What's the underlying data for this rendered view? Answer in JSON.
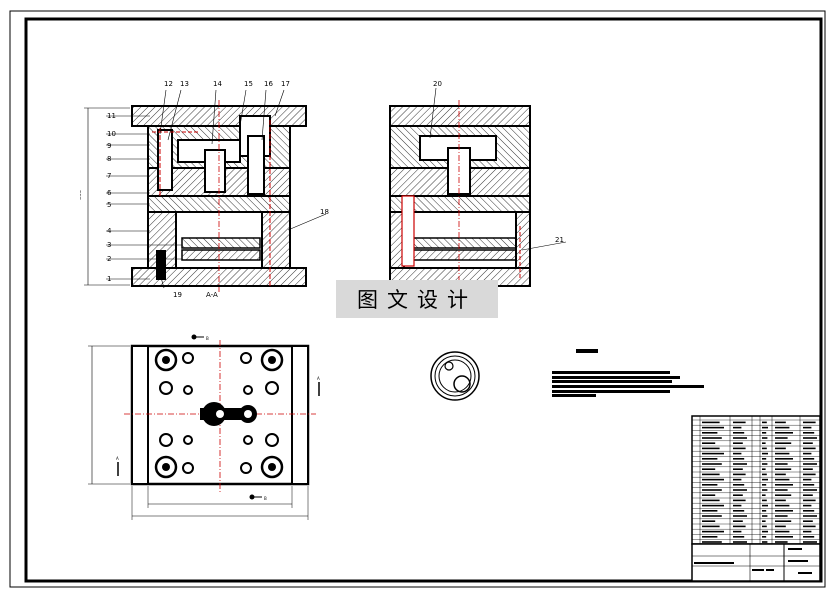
{
  "watermark": "图文设计",
  "section_label": "A-A",
  "section_marker": "A",
  "view_marker": "B",
  "part_numbers_left": [
    "11",
    "10",
    "9",
    "8",
    "7",
    "6",
    "5",
    "4",
    "3",
    "2",
    "1"
  ],
  "part_numbers_top": [
    "12",
    "13",
    "14",
    "15",
    "16",
    "17"
  ],
  "part_number_18": "18",
  "part_number_19": "19",
  "part_number_20": "20",
  "part_number_21": "21",
  "colors": {
    "line": "#000000",
    "center": "#cc0000",
    "hatch": "#000000",
    "watermark_bg": "#d9d9d9"
  }
}
